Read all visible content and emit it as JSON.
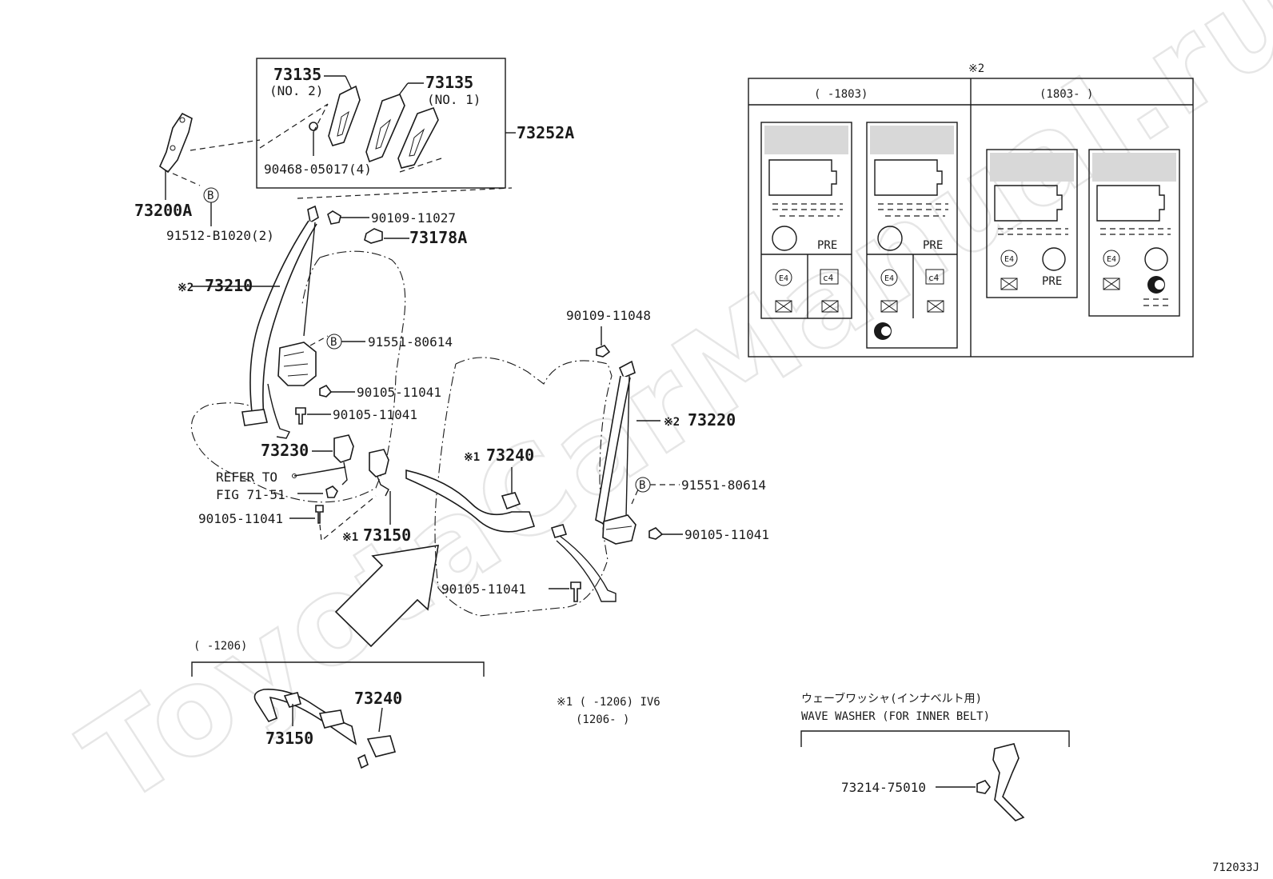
{
  "watermark": "ToyotaCarManual.ru",
  "figure_code": "712033J",
  "parts": {
    "p73135_no2": "73135",
    "p73135_no2_sub": "(NO. 2)",
    "p73135_no1": "73135",
    "p73135_no1_sub": "(NO. 1)",
    "p73252A": "73252A",
    "p90468": "90468-05017(4)",
    "p73200A": "73200A",
    "p91512": "91512-B1020(2)",
    "p90109_11027": "90109-11027",
    "p73178A": "73178A",
    "p73210_mark": "※2",
    "p73210": "73210",
    "p91551_a": "91551-80614",
    "p90105_a": "90105-11041",
    "p90105_b": "90105-11041",
    "p73230": "73230",
    "refer_to": "REFER TO",
    "fig": "FIG 71-51",
    "p90105_c": "90105-11041",
    "p73150_mark": "※1",
    "p73150": "73150",
    "p90109_11048": "90109-11048",
    "p73220_mark": "※2",
    "p73220": "73220",
    "p73240_mark": "※1",
    "p73240": "73240",
    "p91551_b": "91551-80614",
    "p90105_d": "90105-11041",
    "p90105_e": "90105-11041",
    "circle_b": "B"
  },
  "inset_1206": {
    "range": "(      -1206)",
    "p73240": "73240",
    "p73150": "73150"
  },
  "notes": {
    "note1_line1": "※1 (      -1206) IV6",
    "note1_line2": "(1206-      )"
  },
  "wave_washer": {
    "label_jp": "ウェーブワッシャ(インナベルト用)",
    "label_en": "WAVE WASHER (FOR INNER BELT)",
    "part": "73214-75010"
  },
  "labels_panel": {
    "mark": "※2",
    "col1": "(      -1803)",
    "col2": "(1803-      )",
    "pre": "PRE",
    "e4": "E4",
    "c4": "c4"
  }
}
